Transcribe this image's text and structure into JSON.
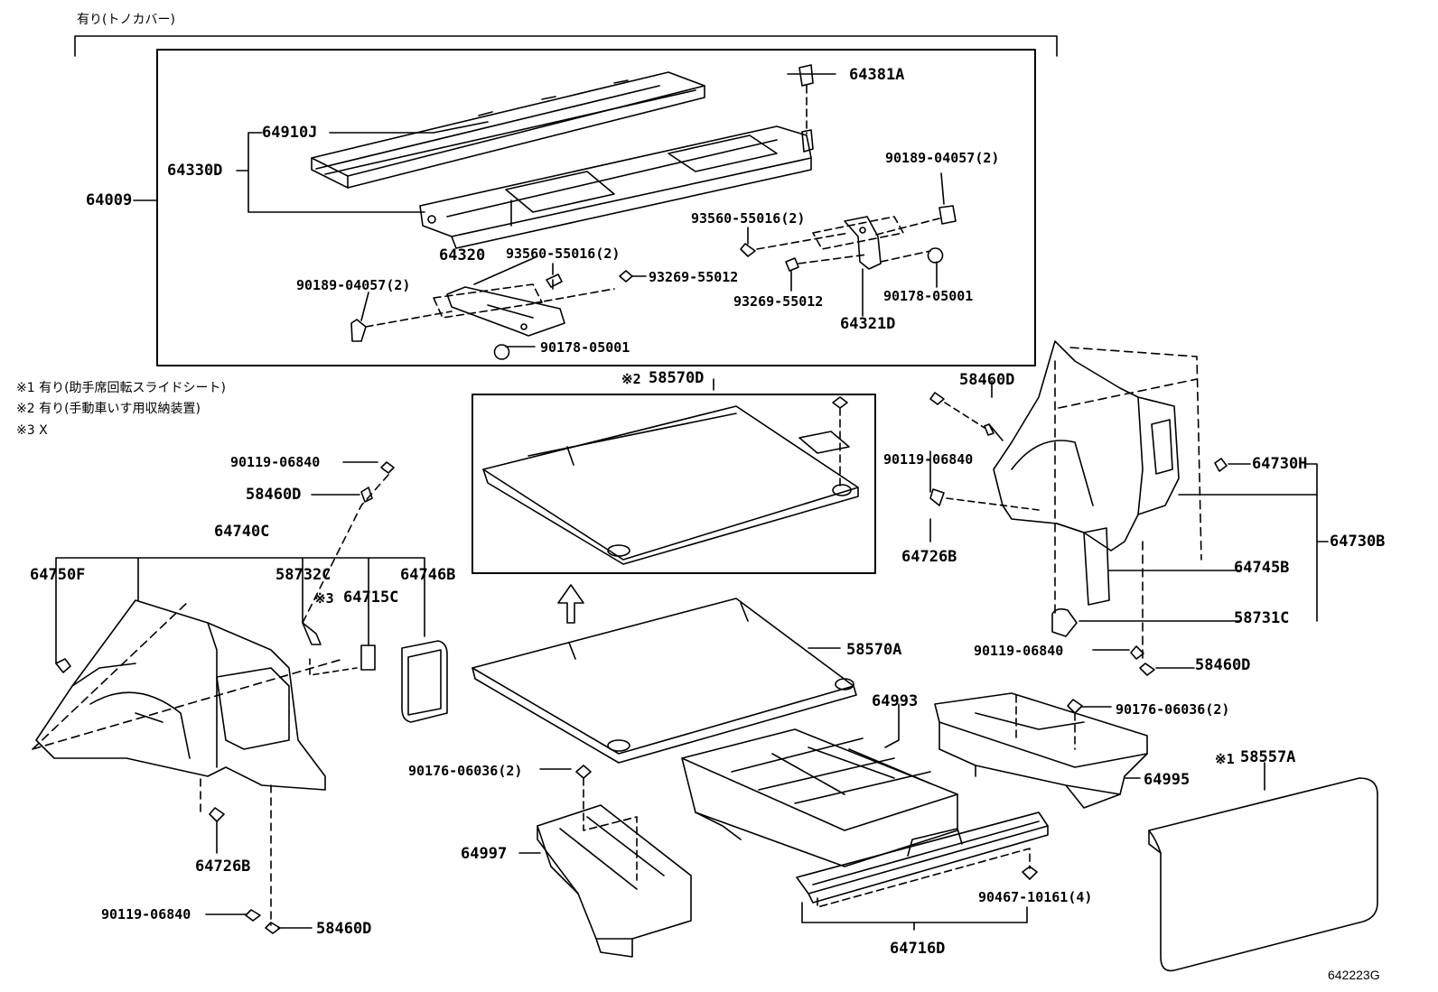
{
  "header_note": "有り(トノカバー)",
  "notes": [
    "※1 有り(助手席回転スライドシート)",
    "※2 有り(手動車いす用収納装置)",
    "※3 X"
  ],
  "figure_number": "642223G",
  "parts": {
    "p64381A": "64381A",
    "p64910J": "64910J",
    "p64330D": "64330D",
    "p64009": "64009",
    "p90189_04057_2_right": "90189-04057(2)",
    "p93560_55016_2_right": "93560-55016(2)",
    "p64320": "64320",
    "p93560_55016_2_left": "93560-55016(2)",
    "p90189_04057_2_left": "90189-04057(2)",
    "p93269_55012_left": "93269-55012",
    "p93269_55012_right": "93269-55012",
    "p90178_05001_right": "90178-05001",
    "p64321D": "64321D",
    "p90178_05001_left": "90178-05001",
    "p58570D_mark": "※2",
    "p58570D": "58570D",
    "p58460D_top_right": "58460D",
    "p90119_06840_top_right": "90119-06840",
    "p64730H": "64730H",
    "p64730B": "64730B",
    "p64726B_right": "64726B",
    "p64745B": "64745B",
    "p58731C": "58731C",
    "p90119_06840_mid_right": "90119-06840",
    "p58460D_mid_right": "58460D",
    "p90119_06840_left_top": "90119-06840",
    "p58460D_left_top": "58460D",
    "p64740C": "64740C",
    "p64750F": "64750F",
    "p58732C": "58732C",
    "p64715C_mark": "※3",
    "p64715C": "64715C",
    "p64746B": "64746B",
    "p64726B_left": "64726B",
    "p90119_06840_left_bottom": "90119-06840",
    "p58460D_left_bottom": "58460D",
    "p58570A": "58570A",
    "p64993": "64993",
    "p90176_06036_2_right": "90176-06036(2)",
    "p64995": "64995",
    "p58557A_mark": "※1",
    "p58557A": "58557A",
    "p90176_06036_2_left": "90176-06036(2)",
    "p64997": "64997",
    "p90467_10161_4": "90467-10161(4)",
    "p64716D": "64716D"
  }
}
